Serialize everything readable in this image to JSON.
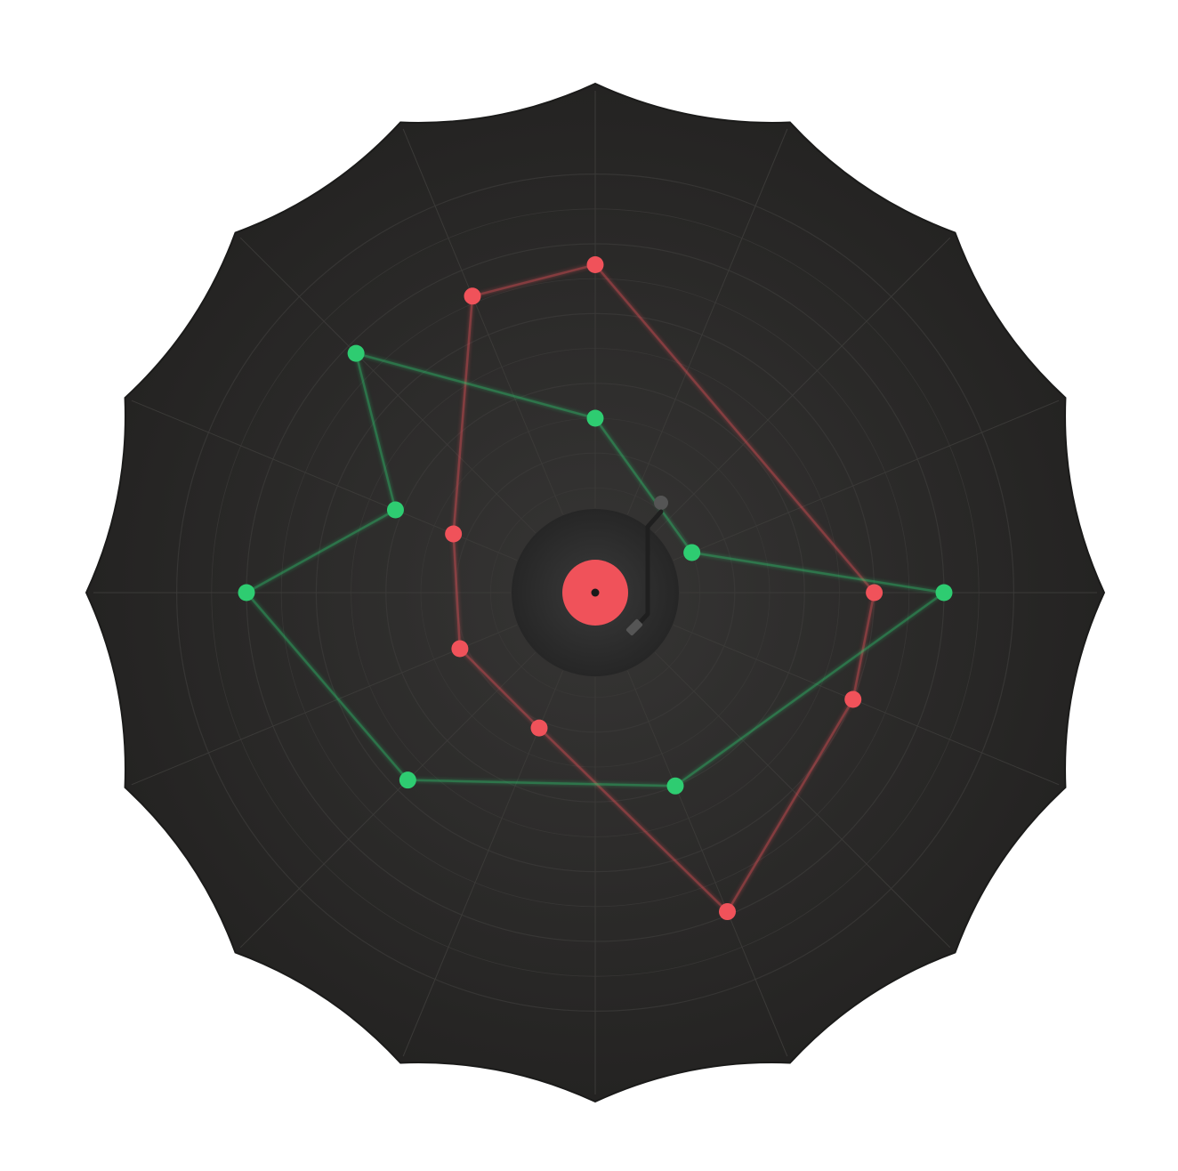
{
  "chart_data": {
    "type": "radar",
    "title": "",
    "xlabel": "",
    "ylabel": "",
    "grid": true,
    "legend": "none",
    "radial_range": [
      0,
      5
    ],
    "radial_grid_levels": [
      1,
      2,
      3,
      4,
      5
    ],
    "axis_count": 16,
    "series": [
      {
        "color": "#f0525a",
        "points": [
          {
            "angle_deg": 0,
            "r": 4.0
          },
          {
            "angle_deg": 90,
            "r": 4.7
          },
          {
            "angle_deg": 112.5,
            "r": 4.6
          },
          {
            "angle_deg": 157.5,
            "r": 2.2
          },
          {
            "angle_deg": 202.5,
            "r": 2.1
          },
          {
            "angle_deg": 247.5,
            "r": 2.1
          },
          {
            "angle_deg": 292.5,
            "r": 4.95
          },
          {
            "angle_deg": 337.5,
            "r": 4.0
          }
        ]
      },
      {
        "color": "#2ecc71",
        "points": [
          {
            "angle_deg": 0,
            "r": 5.0
          },
          {
            "angle_deg": 22.5,
            "r": 1.5
          },
          {
            "angle_deg": 90,
            "r": 2.5
          },
          {
            "angle_deg": 135,
            "r": 4.85
          },
          {
            "angle_deg": 157.5,
            "r": 3.1
          },
          {
            "angle_deg": 180,
            "r": 5.0
          },
          {
            "angle_deg": 225,
            "r": 3.8
          },
          {
            "angle_deg": 292.5,
            "r": 3.0
          }
        ]
      }
    ]
  },
  "colors": {
    "background": "#2b2a28",
    "grid": "#3b3a38",
    "label": "#f0525a",
    "vinyl": "#2f2f2f",
    "tonearm": "#1f1f1f"
  },
  "icons": {
    "center": "turntable-record-icon"
  }
}
